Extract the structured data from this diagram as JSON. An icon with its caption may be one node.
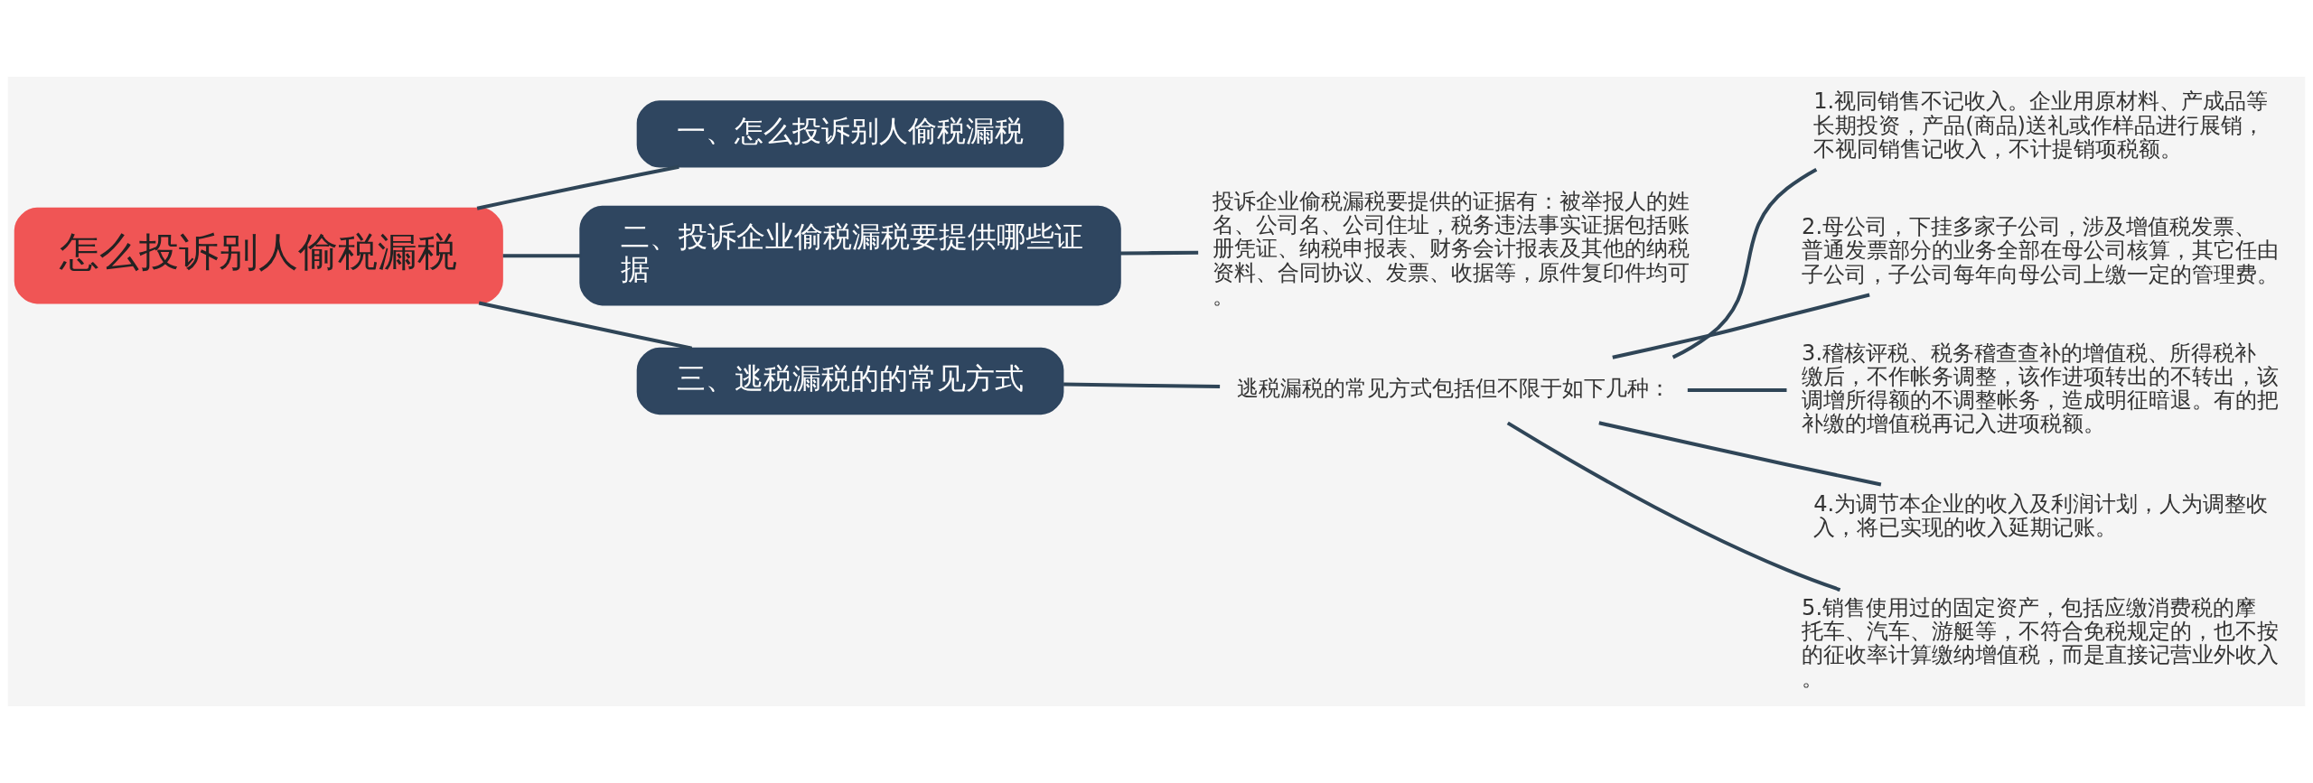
{
  "diagram": {
    "nodes": [
      {
        "text": [
          "怎么投诉别人偷税漏税"
        ]
      },
      {
        "text": [
          "一、怎么投诉别人偷税漏税"
        ]
      },
      {
        "text": [
          "二、投诉企业偷税漏税要提供哪些证据"
        ]
      },
      {
        "text": [
          "投诉企业偷税漏税要提供的证据有：被举报人的姓名、公司名、公司住址，税务违法事实证据包括账册凭证、纳税申报表、财务会计报表及其他的纳税资料、合同协议、发票、收据等，原件复印件均可。"
        ]
      },
      {
        "text": [
          "三、逃税漏税的的常见方式"
        ]
      },
      {
        "text": [
          "逃税漏税的常见方式包括但不限于如下几种："
        ]
      },
      {
        "text": [
          "1.视同销售不记收入。企业用原材料、产成品等长期投资，产品(商品)送礼或作样品进行展销，不视同销售记收入，不计提销项税额。"
        ]
      },
      {
        "text": [
          "2.母公司，下挂多家子公司，涉及增值税发票、普通发票部分的业务全部在母公司核算，其它任由子公司，子公司每年向母公司上缴一定的管理费。"
        ]
      },
      {
        "text": [
          "3.稽核评税、税务稽查查补的增值税、所得税补缴后，不作帐务调整，该作进项转出的不转出，该调增所得额的不调整帐务，造成明征暗退。有的把补缴的增值税再记入进项税额。"
        ]
      },
      {
        "text": [
          "4.为调节本企业的收入及利润计划，人为调整收入，将已实现的收入延期记账。"
        ]
      },
      {
        "text": [
          "5.销售使用过的固定资产，包括应缴消费税的摩托车、汽车、游艇等，不符合免税规定的，也不按的征收率计算缴纳增值税，而是直接记营业外收入。"
        ]
      }
    ],
    "edges": [
      {
        "from": 0,
        "to": 1,
        "arrow": "none"
      },
      {
        "from": 0,
        "to": 2,
        "arrow": "none"
      },
      {
        "from": 2,
        "to": 3,
        "arrow": "none"
      },
      {
        "from": 0,
        "to": 4,
        "arrow": "none"
      },
      {
        "from": 4,
        "to": 5,
        "arrow": "none"
      },
      {
        "from": 5,
        "to": 6,
        "arrow": "none"
      },
      {
        "from": 5,
        "to": 7,
        "arrow": "none"
      },
      {
        "from": 5,
        "to": 8,
        "arrow": "none"
      },
      {
        "from": 5,
        "to": 9,
        "arrow": "none"
      },
      {
        "from": 5,
        "to": 10,
        "arrow": "none"
      }
    ]
  }
}
